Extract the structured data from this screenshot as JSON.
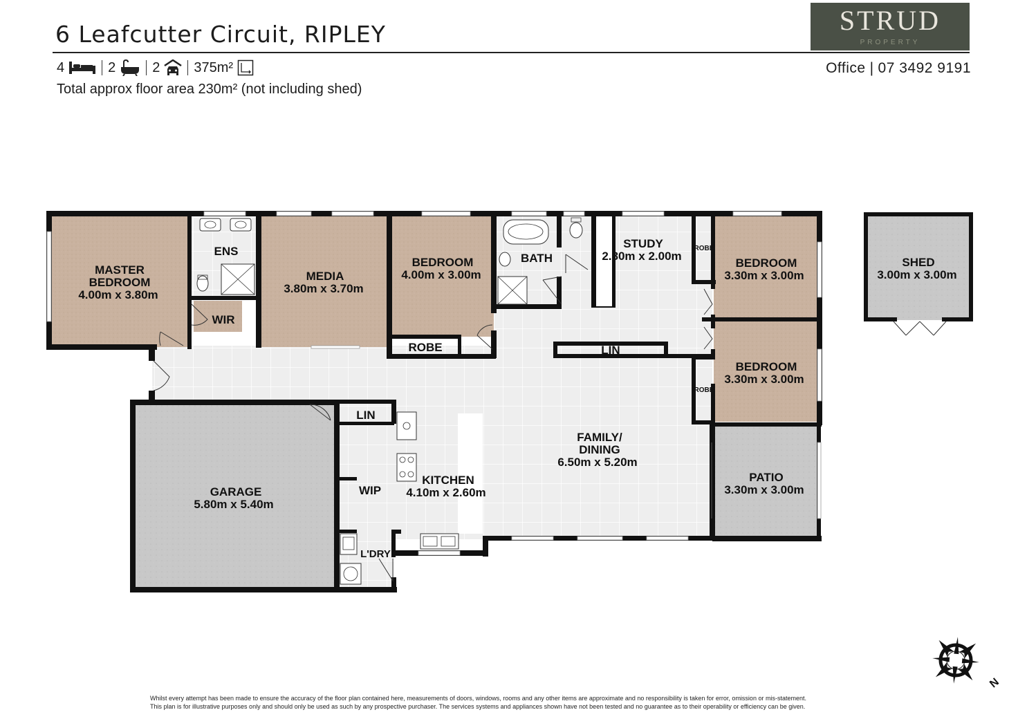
{
  "header": {
    "title": "6 Leafcutter Circuit, RIPLEY",
    "bedrooms": "4",
    "bathrooms": "2",
    "car_spaces": "2",
    "land_area": "375m²",
    "total_area": "Total approx floor area 230m² (not including shed)",
    "office_label": "Office",
    "office_phone": "07 3492 9191"
  },
  "logo": {
    "name": "STRUD",
    "sub": "PROPERTY",
    "color": "#4a5046"
  },
  "icons": [
    "bed-icon",
    "bath-icon",
    "car-icon",
    "land-area-icon",
    "compass-icon"
  ],
  "colors": {
    "carpet": "#c8b19e",
    "tile": "#efefef",
    "concrete": "#c9c9c9",
    "wall": "#111111"
  },
  "rooms": {
    "master": {
      "name1": "MASTER",
      "name2": "BEDROOM",
      "size": "4.00m  x 3.80m"
    },
    "ens": {
      "name": "ENS"
    },
    "wir": {
      "name": "WIR"
    },
    "media": {
      "name": "MEDIA",
      "size": "3.80m  x 3.70m"
    },
    "bed2": {
      "name": "BEDROOM",
      "size": "4.00m  x 3.00m"
    },
    "robe1": {
      "name": "ROBE"
    },
    "bath": {
      "name": "BATH"
    },
    "study": {
      "name": "STUDY",
      "size": "2.80m  x 2.00m"
    },
    "robe2": {
      "name": "ROBE"
    },
    "bed3": {
      "name": "BEDROOM",
      "size": "3.30m  x 3.00m"
    },
    "lin1": {
      "name": "LIN"
    },
    "robe3": {
      "name": "ROBE"
    },
    "bed4": {
      "name": "BEDROOM",
      "size": "3.30m  x 3.00m"
    },
    "shed": {
      "name": "SHED",
      "size": "3.00m  x 3.00m"
    },
    "lin2": {
      "name": "LIN"
    },
    "garage": {
      "name": "GARAGE",
      "size": "5.80m  x 5.40m"
    },
    "wip": {
      "name": "WIP"
    },
    "kitchen": {
      "name": "KITCHEN",
      "size": "4.10m  x 2.60m"
    },
    "family": {
      "name1": "FAMILY/",
      "name2": "DINING",
      "size": "6.50m  x 5.20m"
    },
    "patio": {
      "name": "PATIO",
      "size": "3.30m  x 3.00m"
    },
    "laundry": {
      "name": "L'DRY"
    }
  },
  "compass": {
    "north": "N"
  },
  "disclaimer": {
    "line1": "Whilst every attempt has been made to ensure the accuracy of the floor plan contained here, measurements of doors, windows, rooms and any other items are approximate and no responsibility is taken for error, omission or mis-statement.",
    "line2": "This plan is for illustrative purposes only and should only be used as such by any prospective purchaser. The services systems and appliances shown have not been tested and no guarantee as to their operability or efficiency can be given."
  }
}
